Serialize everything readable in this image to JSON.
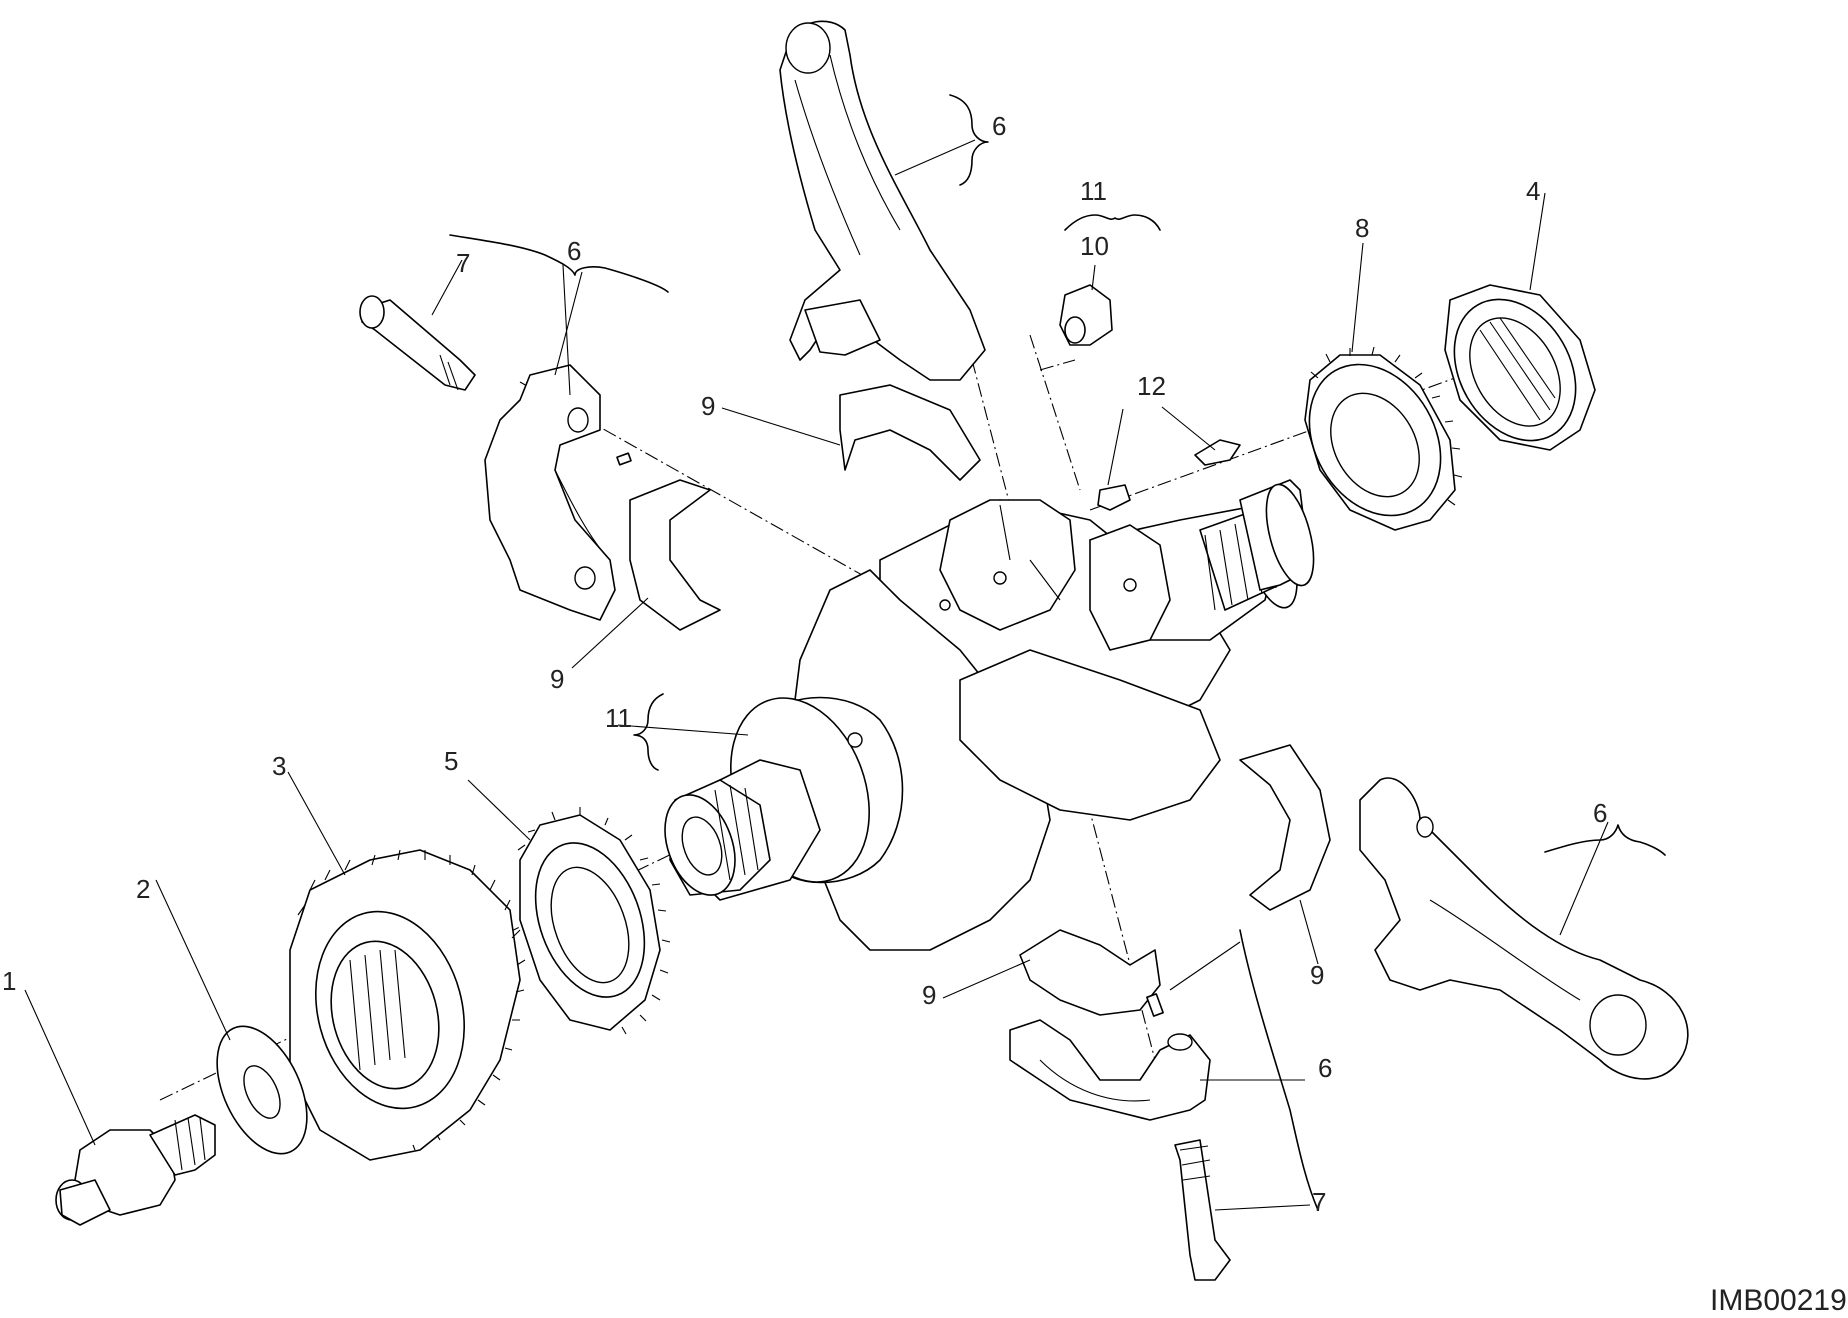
{
  "drawing_code": "IMB00219",
  "callouts": {
    "c1": "1",
    "c2": "2",
    "c3": "3",
    "c4": "4",
    "c5": "5",
    "c6_top": "6",
    "c6_left": "6",
    "c6_right": "6",
    "c6_bottom": "6",
    "c7_left": "7",
    "c7_bottom": "7",
    "c8": "8",
    "c9_top": "9",
    "c9_left": "9",
    "c9_right": "9",
    "c9_bottom": "9",
    "c10": "10",
    "c11_top": "11",
    "c11_left": "11",
    "c12": "12"
  }
}
